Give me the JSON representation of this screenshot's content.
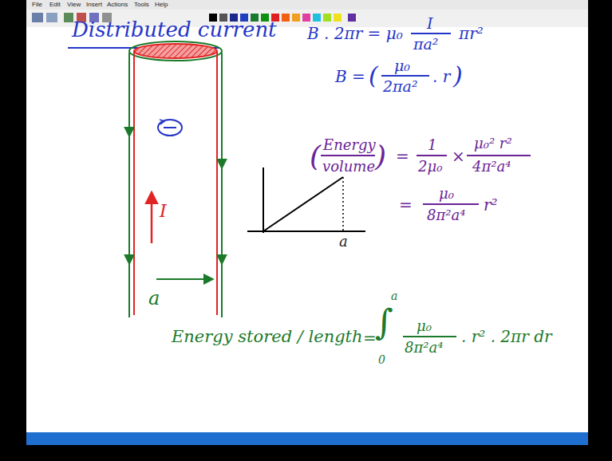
{
  "diagram": {
    "title": "Distributed current",
    "labels": [
      "File",
      "Edit",
      "View",
      "Insert",
      "Actions",
      "Tools",
      "Help",
      "B . 2πr = μ₀",
      "I",
      "πa²",
      "πr²",
      "B =",
      "(",
      "μ₀",
      "2πa²",
      ". r",
      ")",
      "I",
      "a",
      "a",
      "(",
      "Energy",
      "volume",
      ")",
      "=",
      "1",
      "2μ₀",
      "×",
      "μ₀² r²",
      "4π²a⁴",
      "=",
      "μ₀",
      "8π²a⁴",
      "r²",
      "Energy stored / length",
      "=",
      "a",
      "∫",
      "0",
      "μ₀",
      "8π²a⁴",
      ". r² . 2πr dr"
    ]
  }
}
